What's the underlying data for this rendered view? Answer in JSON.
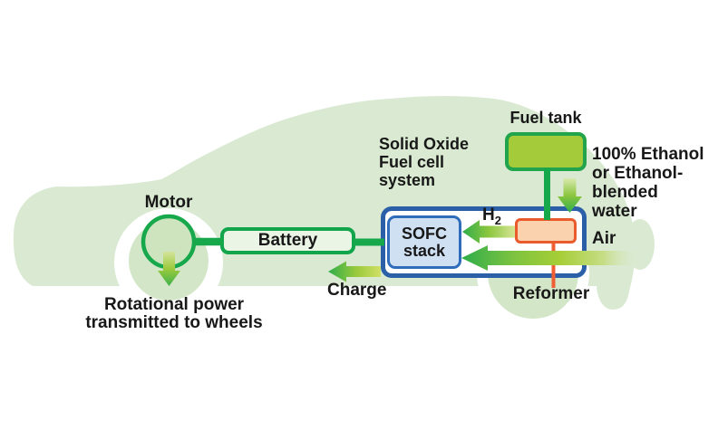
{
  "diagram": {
    "subject": "Solid Oxide Fuel Cell vehicle powertrain schematic",
    "background_shape": "light-green car silhouette side view"
  },
  "labels": {
    "motor": "Motor",
    "battery": "Battery",
    "fuel_tank": "Fuel tank",
    "sofc_stack": [
      "SOFC",
      "stack"
    ],
    "system": [
      "Solid Oxide",
      "Fuel cell",
      "system"
    ],
    "ethanol": [
      "100% Ethanol",
      "or Ethanol-",
      "blended",
      "water"
    ],
    "air": "Air",
    "h2": {
      "base": "H",
      "sub": "2"
    },
    "charge": "Charge",
    "reformer": "Reformer",
    "rotational": [
      "Rotational power",
      "transmitted to wheels"
    ]
  },
  "icons": [
    "rotational-power-arrow-icon",
    "fuel-flow-arrow-icon",
    "h2-flow-arrow-icon",
    "air-flow-arrow-icon",
    "charge-flow-arrow-icon"
  ],
  "colors": {
    "car_body": "#daead2",
    "wheel": "#d4e6c8",
    "motor_fill": "#cde4bf",
    "line_green": "#17a84c",
    "tank_fill": "#a4cb39",
    "blue_border": "#2b5fa7",
    "sofc_fill": "#cfe0f3",
    "battery_fill": "#eaf5e5",
    "reformer_fill": "#fad2ae",
    "reformer_border": "#e95a2c",
    "arrow_head_green": "#2fad4b",
    "arrow_tail_yellow_green": "#c6dd85",
    "text": "#181818"
  }
}
